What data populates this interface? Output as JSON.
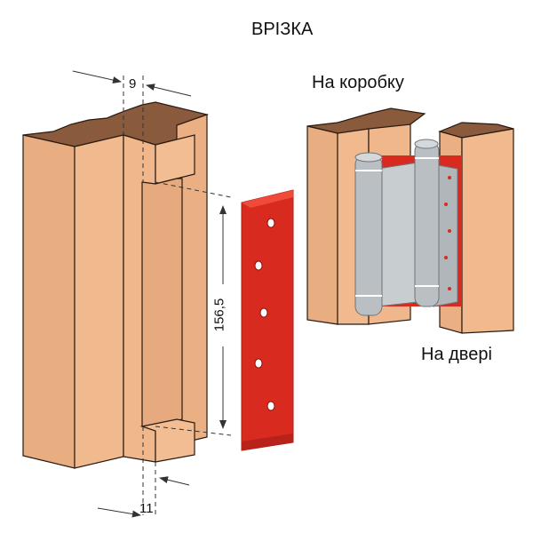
{
  "title": "ВРІЗКА",
  "labels": {
    "frame": "На коробку",
    "door": "На двері"
  },
  "dimensions": {
    "top_width": "9",
    "bottom_width": "11",
    "height": "156,5"
  },
  "colors": {
    "wood_light": "#f0b98e",
    "wood_dark": "#e3a57a",
    "wood_top": "#8a5a3c",
    "plate_red": "#d82a1e",
    "hinge_grey": "#b9bfc2"
  }
}
